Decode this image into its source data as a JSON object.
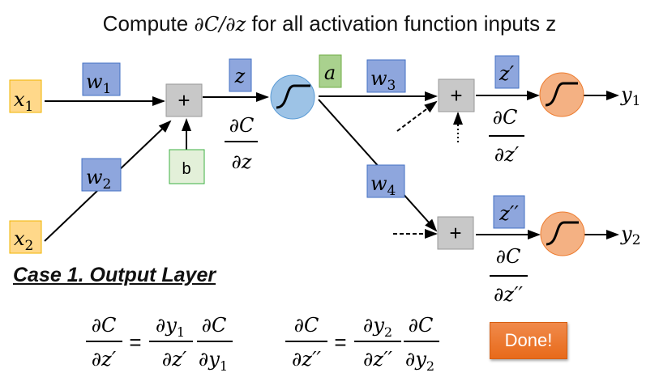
{
  "title": {
    "prefix": "Compute ",
    "math": "∂C/∂z",
    "suffix": " for all activation function inputs z"
  },
  "nodes": {
    "x1": {
      "label": "x",
      "sub": "1"
    },
    "x2": {
      "label": "x",
      "sub": "2"
    },
    "w1": {
      "label": "w",
      "sub": "1"
    },
    "w2": {
      "label": "w",
      "sub": "2"
    },
    "w3": {
      "label": "w",
      "sub": "3"
    },
    "w4": {
      "label": "w",
      "sub": "4"
    },
    "b": "b",
    "sum": "+",
    "z": "z",
    "a": "a",
    "z_prime": "z′",
    "z_double_prime": "z′′",
    "y1": {
      "label": "y",
      "sub": "1"
    },
    "y2": {
      "label": "y",
      "sub": "2"
    }
  },
  "gradients": {
    "dz": {
      "num": "∂C",
      "den": "∂z"
    },
    "dz_prime": {
      "num": "∂C",
      "den": "∂z′"
    },
    "dz_double_prime": {
      "num": "∂C",
      "den": "∂z′′"
    }
  },
  "case_heading": "Case 1. Output Layer",
  "equations": {
    "eq1": {
      "lhs_num": "∂C",
      "lhs_den": "∂z′",
      "r1_num": "∂y",
      "r1_num_sub": "1",
      "r1_den": "∂z′",
      "r2_num": "∂C",
      "r2_den": "∂y",
      "r2_den_sub": "1"
    },
    "eq2": {
      "lhs_num": "∂C",
      "lhs_den": "∂z′′",
      "r1_num": "∂y",
      "r1_num_sub": "2",
      "r1_den": "∂z′′",
      "r2_num": "∂C",
      "r2_den": "∂y",
      "r2_den_sub": "2"
    },
    "equals": "="
  },
  "done_button": "Done!",
  "colors": {
    "input": "#ffd88a",
    "weight": "#8ea6dd",
    "bias": "#e3f0d9",
    "activation_hidden": "#9dc3e6",
    "activation_output": "#f4b183",
    "done": "#ed7d31"
  }
}
